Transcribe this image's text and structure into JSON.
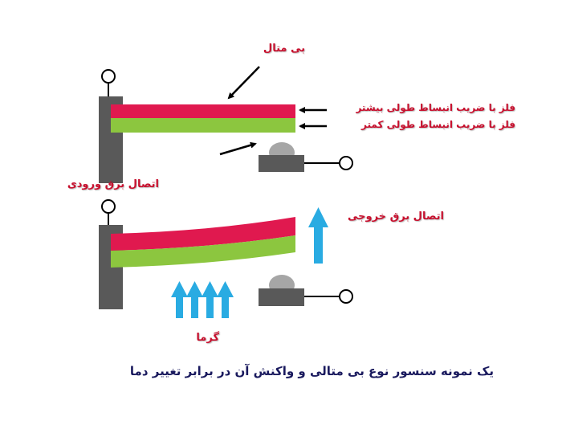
{
  "labels": {
    "bimetal": "بی متال",
    "high_expansion_metal": "فلز با ضریب انبساط طولی بیشتر",
    "low_expansion_metal": "فلز با ضریب انبساط طولی کمتر",
    "input_connection": "اتصال برق  ورودی",
    "output_connection": "اتصال برق  خروجی",
    "heat": "گرما",
    "caption": "یک نمونه سنسور نوع بی متالی و واکنش آن در برابر تغییر دما"
  },
  "colors": {
    "high_expansion_strip": "#e0194f",
    "low_expansion_strip": "#8cc63f",
    "support": "#595959",
    "contact": "#a6a6a6",
    "heat_arrow": "#29abe2",
    "label_text": "#c8102e",
    "caption_text": "#1a1a5e"
  }
}
